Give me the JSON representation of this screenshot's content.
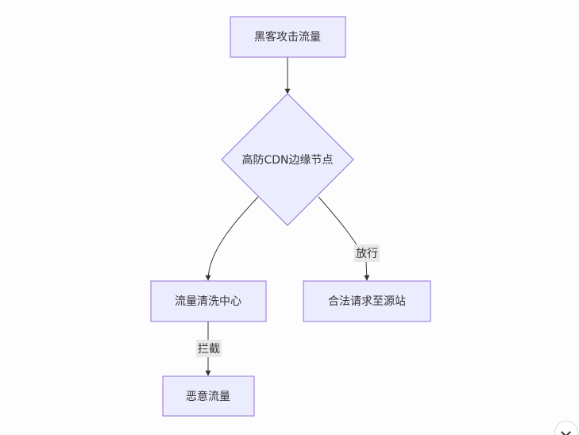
{
  "nodes": {
    "attack": {
      "label": "黑客攻击流量"
    },
    "cdn": {
      "label": "高防CDN边缘节点"
    },
    "scrub": {
      "label": "流量清洗中心"
    },
    "origin": {
      "label": "合法请求至源站"
    },
    "malicious": {
      "label": "恶意流量"
    }
  },
  "edges": {
    "cdn_origin": {
      "label": "放行"
    },
    "scrub_malicious": {
      "label": "拦截"
    }
  },
  "colors": {
    "node_fill": "#ececff",
    "node_stroke": "#9370db",
    "edge": "#333333",
    "label_bg": "#e8e8e8"
  },
  "icons": {
    "corner": "chevron-down-icon"
  }
}
